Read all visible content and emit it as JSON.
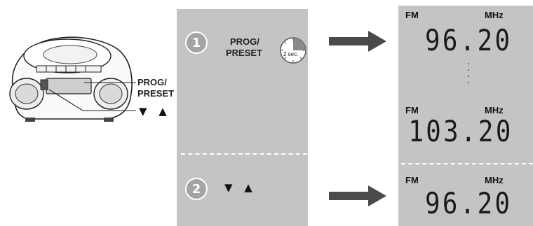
{
  "device": {
    "prog_preset_label_line1": "PROG/",
    "prog_preset_label_line2": "PRESET",
    "arrows_label": "▼ ▲"
  },
  "steps": [
    {
      "number": "1",
      "button_label_line1": "PROG/",
      "button_label_line2": "PRESET",
      "timer_label": "2 sec."
    },
    {
      "number": "2",
      "buttons_label": "▼ ▲"
    }
  ],
  "displays": [
    {
      "band": "FM",
      "unit": "MHz",
      "frequency": "96.20"
    },
    {
      "band": "FM",
      "unit": "MHz",
      "frequency": "103.20"
    },
    {
      "band": "FM",
      "unit": "MHz",
      "frequency": "96.20"
    }
  ],
  "colors": {
    "panel": "#c4c4c4",
    "arrow": "#4a4a4a",
    "step_circle": "#a4a4a4"
  }
}
